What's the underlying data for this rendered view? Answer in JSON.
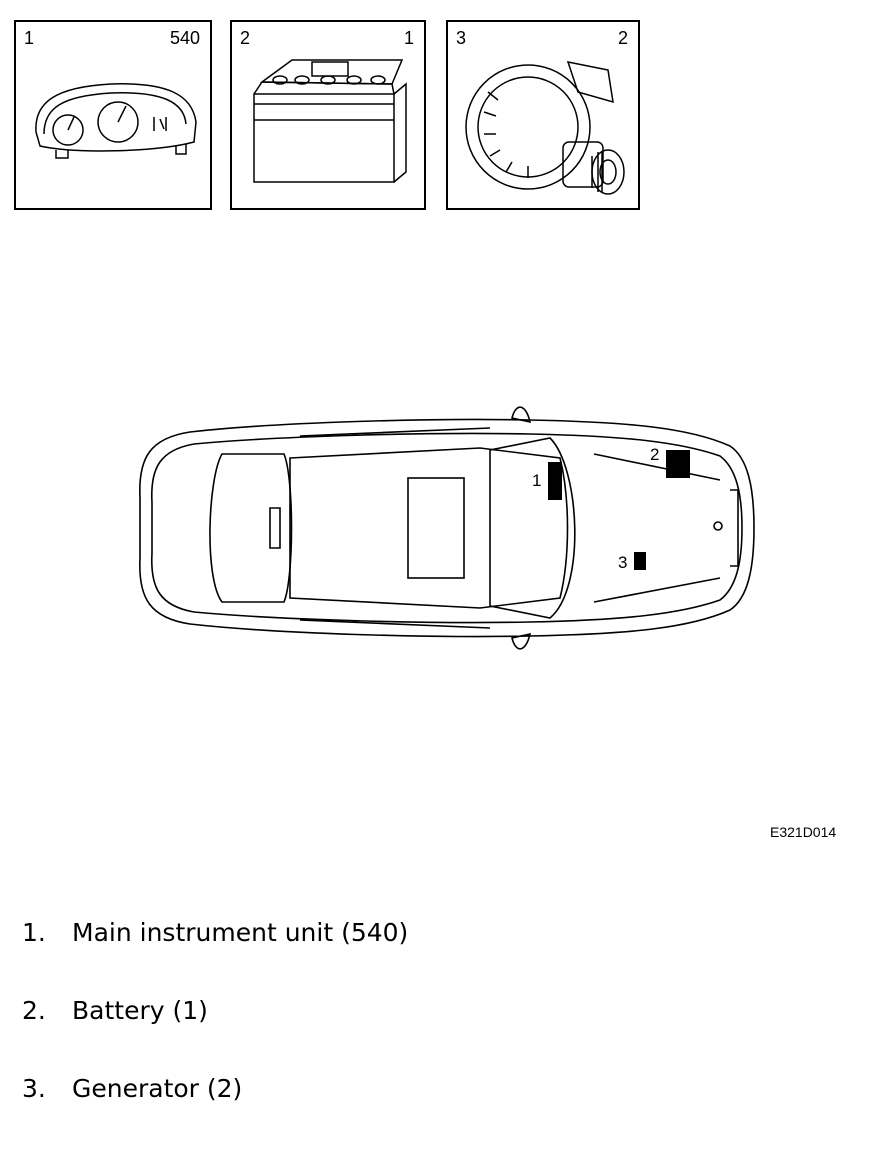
{
  "panels": [
    {
      "number": "1",
      "reference": "540",
      "component": "instrument-cluster"
    },
    {
      "number": "2",
      "reference": "1",
      "component": "battery"
    },
    {
      "number": "3",
      "reference": "2",
      "component": "generator"
    }
  ],
  "car_markers": [
    {
      "label": "1"
    },
    {
      "label": "2"
    },
    {
      "label": "3"
    }
  ],
  "figure_code": "E321D014",
  "legend": [
    {
      "index": "1.",
      "text": "Main instrument unit (540)"
    },
    {
      "index": "2.",
      "text": "Battery (1)"
    },
    {
      "index": "3.",
      "text": "Generator (2)"
    }
  ]
}
